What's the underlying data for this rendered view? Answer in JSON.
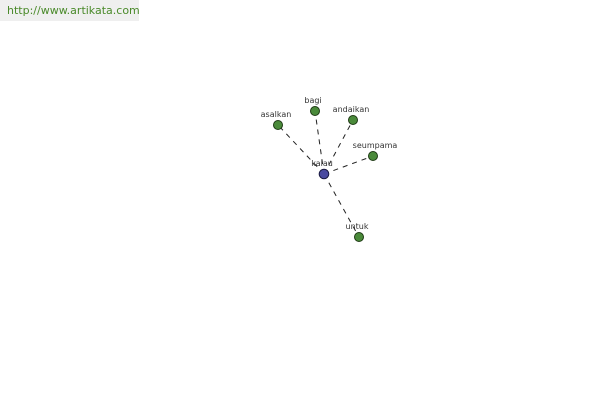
{
  "header": {
    "url": "http://www.artikata.com"
  },
  "graph": {
    "center": {
      "id": "kalau",
      "label": "kalau",
      "color": "#4a4aa0"
    },
    "related": [
      {
        "id": "asalkan",
        "label": "asalkan"
      },
      {
        "id": "bagi",
        "label": "bagi"
      },
      {
        "id": "andaikan",
        "label": "andaikan"
      },
      {
        "id": "seumpama",
        "label": "seumpama"
      },
      {
        "id": "untuk",
        "label": "untuk"
      }
    ],
    "related_color": "#4a8a3a",
    "edge_style": "dashed"
  }
}
